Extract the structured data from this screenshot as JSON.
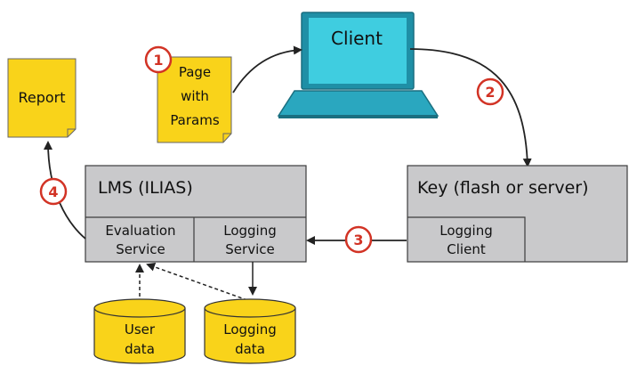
{
  "colors": {
    "note_fill": "#f9d31a",
    "box_fill": "#c9c9cb",
    "box_stroke": "#3d3d3d",
    "step_circle": "#d23325",
    "laptop_screen": "#33c6d8",
    "laptop_body": "#2aa7bf",
    "arrow": "#222222"
  },
  "icons": {
    "client": "laptop-icon",
    "database": "database-cylinder-icon"
  },
  "diagram": {
    "report": {
      "label": "Report"
    },
    "page": {
      "line1": "Page",
      "line2": "with",
      "line3": "Params"
    },
    "client": {
      "label": "Client"
    },
    "lms": {
      "title": "LMS (ILIAS)",
      "evaluation": {
        "line1": "Evaluation",
        "line2": "Service"
      },
      "logging": {
        "line1": "Logging",
        "line2": "Service"
      }
    },
    "key": {
      "title": "Key (flash or server)",
      "client": {
        "line1": "Logging",
        "line2": "Client"
      }
    },
    "user_data": {
      "line1": "User",
      "line2": "data"
    },
    "logging_data": {
      "line1": "Logging",
      "line2": "data"
    },
    "steps": [
      "1",
      "2",
      "3",
      "4"
    ]
  }
}
